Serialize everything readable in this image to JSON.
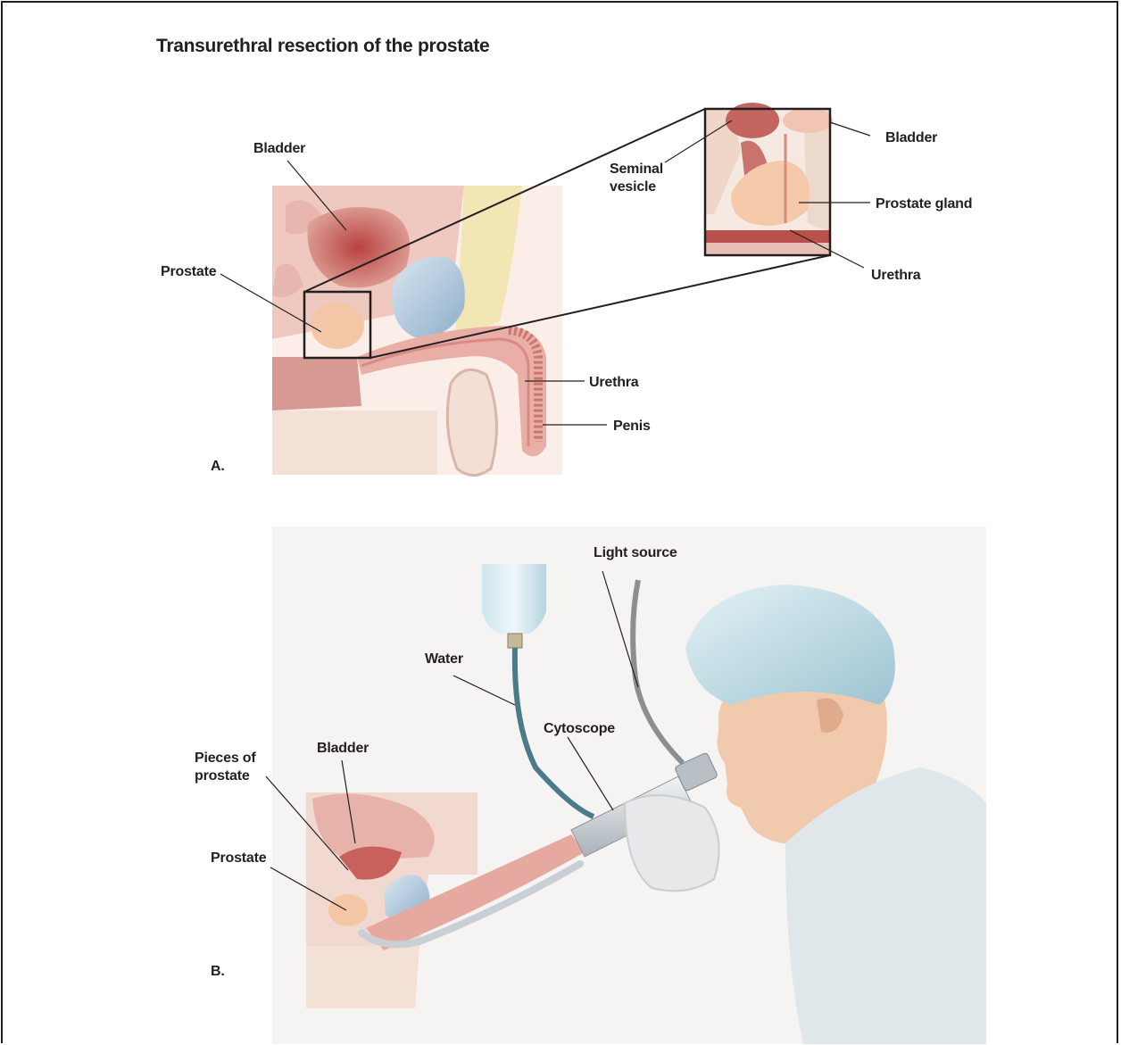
{
  "title": "Transurethral resection of the prostate",
  "panel_a": {
    "letter": "A.",
    "labels": {
      "bladder": "Bladder",
      "prostate": "Prostate",
      "urethra": "Urethra",
      "penis": "Penis"
    },
    "inset": {
      "bladder": "Bladder",
      "seminal_vesicle": "Seminal\nvesicle",
      "prostate_gland": "Prostate gland",
      "urethra": "Urethra"
    }
  },
  "panel_b": {
    "letter": "B.",
    "labels": {
      "light_source": "Light source",
      "water": "Water",
      "cytoscope": "Cytoscope",
      "pieces_of_prostate": "Pieces of\nprostate",
      "bladder": "Bladder",
      "prostate": "Prostate"
    }
  },
  "colors": {
    "skin": "#f4d8cf",
    "tissue": "#e8b4ab",
    "bladder": "#c9706a",
    "prostate": "#f2c2a2",
    "seminal_vesicle": "#a8c3dc",
    "cap": "#b9dbe4",
    "gown": "#dde6ea",
    "instrument": "#c9cfd4",
    "tube": "#4b7a8a",
    "line": "#231f20"
  }
}
